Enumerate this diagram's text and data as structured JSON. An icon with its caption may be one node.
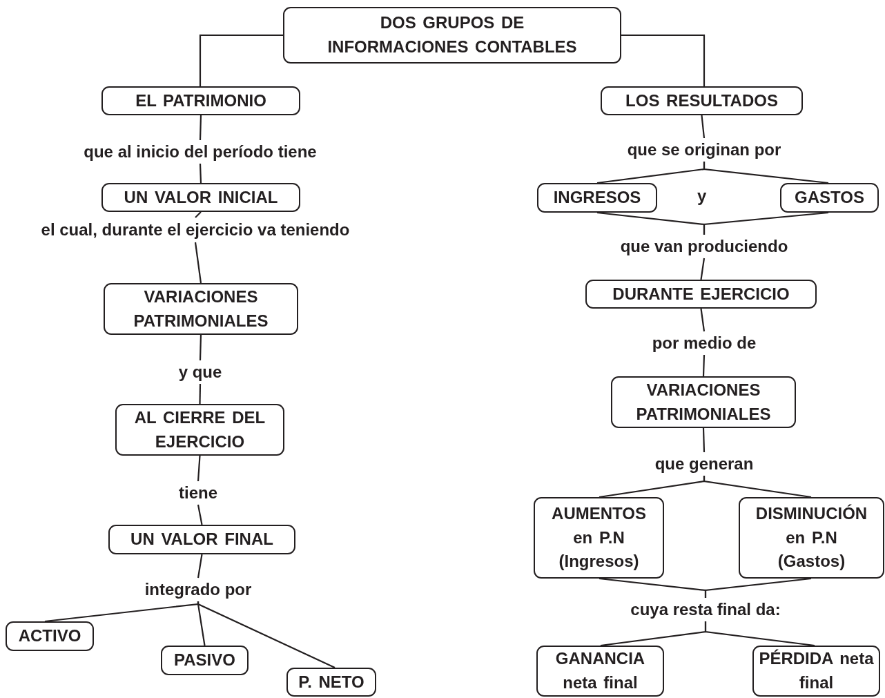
{
  "diagram": {
    "nodes": [
      {
        "text": [
          "DOS GRUPOS DE INFORMACIONES CONTABLES"
        ]
      },
      {
        "text": [
          "EL PATRIMONIO"
        ]
      },
      {
        "text": [
          "que al inicio del período tiene"
        ]
      },
      {
        "text": [
          "UN VALOR INICIAL"
        ]
      },
      {
        "text": [
          "el cual, durante el ejercicio va teniendo"
        ]
      },
      {
        "text": [
          "VARIACIONES PATRIMONIALES"
        ]
      },
      {
        "text": [
          "y que"
        ]
      },
      {
        "text": [
          "AL CIERRE DEL EJERCICIO"
        ]
      },
      {
        "text": [
          "tiene"
        ]
      },
      {
        "text": [
          "UN VALOR FINAL"
        ]
      },
      {
        "text": [
          "integrado por"
        ]
      },
      {
        "text": [
          "ACTIVO"
        ]
      },
      {
        "text": [
          "PASIVO"
        ]
      },
      {
        "text": [
          "P. NETO"
        ]
      },
      {
        "text": [
          "LOS RESULTADOS"
        ]
      },
      {
        "text": [
          "que se originan por"
        ]
      },
      {
        "text": [
          "INGRESOS"
        ]
      },
      {
        "text": [
          "GASTOS"
        ]
      },
      {
        "text": [
          "que van produciendo"
        ]
      },
      {
        "text": [
          "DURANTE EJERCICIO"
        ]
      },
      {
        "text": [
          "por medio de"
        ]
      },
      {
        "text": [
          "VARIACIONES PATRIMONIALES"
        ]
      },
      {
        "text": [
          "que generan"
        ]
      },
      {
        "text": [
          "AUMENTOS en P.N (Ingresos)"
        ]
      },
      {
        "text": [
          "DISMINUCIÓN en P.N (Gastos)"
        ]
      },
      {
        "text": [
          "cuya resta final da:"
        ]
      },
      {
        "text": [
          "GANANCIA neta final"
        ]
      },
      {
        "text": [
          "PÉRDIDA neta final"
        ]
      }
    ],
    "edges": [
      {
        "from": 0,
        "to": 1,
        "arrow": "none"
      },
      {
        "from": 0,
        "to": 14,
        "arrow": "none"
      },
      {
        "from": 1,
        "to": 2,
        "arrow": "none"
      },
      {
        "from": 2,
        "to": 3,
        "arrow": "none"
      },
      {
        "from": 3,
        "to": 4,
        "arrow": "none"
      },
      {
        "from": 4,
        "to": 5,
        "arrow": "none"
      },
      {
        "from": 5,
        "to": 6,
        "arrow": "none"
      },
      {
        "from": 6,
        "to": 7,
        "arrow": "none"
      },
      {
        "from": 7,
        "to": 8,
        "arrow": "none"
      },
      {
        "from": 8,
        "to": 9,
        "arrow": "none"
      },
      {
        "from": 9,
        "to": 10,
        "arrow": "none"
      },
      {
        "from": 10,
        "to": 11,
        "arrow": "none"
      },
      {
        "from": 10,
        "to": 12,
        "arrow": "none"
      },
      {
        "from": 10,
        "to": 13,
        "arrow": "none"
      },
      {
        "from": 14,
        "to": 15,
        "arrow": "none"
      },
      {
        "from": 15,
        "to": 16,
        "arrow": "none"
      },
      {
        "from": 15,
        "to": 17,
        "arrow": "none"
      },
      {
        "from": 16,
        "to": 18,
        "arrow": "none"
      },
      {
        "from": 17,
        "to": 18,
        "arrow": "none"
      },
      {
        "from": 18,
        "to": 19,
        "arrow": "none"
      },
      {
        "from": 19,
        "to": 20,
        "arrow": "none"
      },
      {
        "from": 20,
        "to": 21,
        "arrow": "none"
      },
      {
        "from": 21,
        "to": 22,
        "arrow": "none"
      },
      {
        "from": 22,
        "to": 23,
        "arrow": "none"
      },
      {
        "from": 22,
        "to": 24,
        "arrow": "none"
      },
      {
        "from": 23,
        "to": 25,
        "arrow": "none"
      },
      {
        "from": 24,
        "to": 25,
        "arrow": "none"
      },
      {
        "from": 25,
        "to": 26,
        "arrow": "none"
      },
      {
        "from": 25,
        "to": 27,
        "arrow": "none"
      }
    ],
    "labels": [
      "y"
    ]
  }
}
